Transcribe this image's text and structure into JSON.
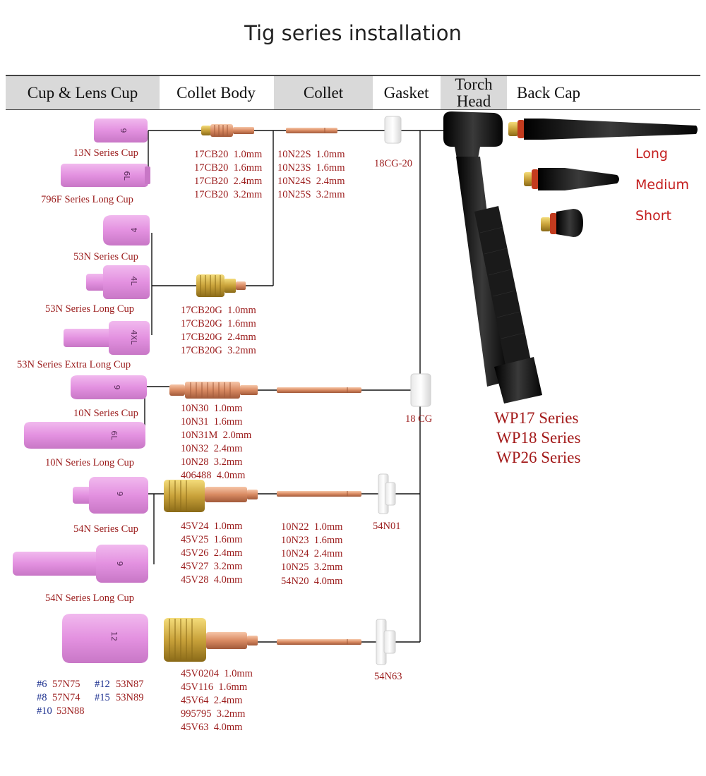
{
  "title": "Tig series installation",
  "headers": {
    "cup": "Cup & Lens Cup",
    "collet_body": "Collet Body",
    "collet": "Collet",
    "gasket": "Gasket",
    "torch_line1": "Torch",
    "torch_line2": "Head",
    "back_cap": "Back Cap"
  },
  "cups": {
    "c13n": {
      "num": "6",
      "label": "13N Series Cup"
    },
    "c796f": {
      "num": "6L",
      "label": "796F Series Long Cup"
    },
    "c53n": {
      "num": "4",
      "label": "53N Series Cup"
    },
    "c53nl": {
      "num": "4L",
      "label": "53N Series Long Cup"
    },
    "c53nxl": {
      "num": "4XL",
      "label": "53N Series Extra Long Cup"
    },
    "c10n": {
      "num": "6",
      "label": "10N Series Cup"
    },
    "c10nl": {
      "num": "6L",
      "label": "10N Series Long Cup"
    },
    "c54n": {
      "num": "6",
      "label": "54N Series Cup"
    },
    "c54nl": {
      "num": "6",
      "label": "54N Series Long Cup"
    },
    "c57n": {
      "num": "12"
    }
  },
  "cup_sizes": [
    {
      "num": "#6",
      "code": "57N75"
    },
    {
      "num": "#12",
      "code": "53N87"
    },
    {
      "num": "#8",
      "code": "57N74"
    },
    {
      "num": "#15",
      "code": "53N89"
    },
    {
      "num": "#10",
      "code": "53N88"
    }
  ],
  "collet_bodies": {
    "g1": [
      "17CB20  1.0mm",
      "17CB20  1.6mm",
      "17CB20  2.4mm",
      "17CB20  3.2mm"
    ],
    "g2": [
      "17CB20G  1.0mm",
      "17CB20G  1.6mm",
      "17CB20G  2.4mm",
      "17CB20G  3.2mm"
    ],
    "g3": [
      "10N30  1.0mm",
      "10N31  1.6mm",
      "10N31M  2.0mm",
      "10N32  2.4mm",
      "10N28  3.2mm",
      "406488  4.0mm"
    ],
    "g4": [
      "45V24  1.0mm",
      "45V25  1.6mm",
      "45V26  2.4mm",
      "45V27  3.2mm",
      "45V28  4.0mm"
    ],
    "g5": [
      "45V0204  1.0mm",
      "45V116  1.6mm",
      "45V64  2.4mm",
      "995795  3.2mm",
      "45V63  4.0mm"
    ]
  },
  "collets": {
    "g1": [
      "10N22S  1.0mm",
      "10N23S  1.6mm",
      "10N24S  2.4mm",
      "10N25S  3.2mm"
    ],
    "g4": [
      "10N22  1.0mm",
      "10N23  1.6mm",
      "10N24  2.4mm",
      "10N25  3.2mm",
      "54N20  4.0mm"
    ]
  },
  "gaskets": {
    "g1": "18CG-20",
    "g3": "18 CG",
    "g4": "54N01",
    "g5": "54N63"
  },
  "back_caps": {
    "long": "Long",
    "medium": "Medium",
    "short": "Short"
  },
  "torch_series": [
    "WP17 Series",
    "WP18 Series",
    "WP26 Series"
  ],
  "colors": {
    "cup_pink": "#e08fdc",
    "brass": "#c9a23a",
    "copper": "#d98a62",
    "label_red": "#9b1c1c",
    "label_blue": "#1b2f8f",
    "torch_black": "#1a1a1a"
  }
}
